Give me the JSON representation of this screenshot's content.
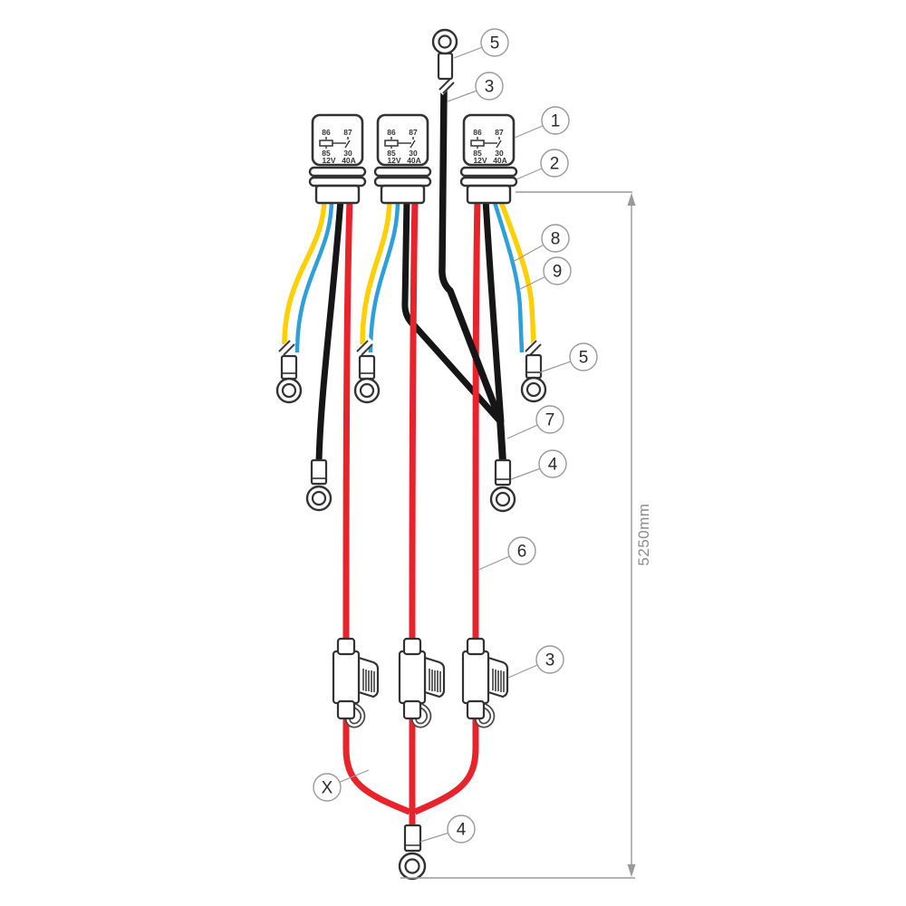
{
  "diagram": {
    "type": "relay-wiring-harness-diagram",
    "relay": {
      "pin_top_left": "86",
      "pin_top_right": "87",
      "pin_bottom_left": "85",
      "pin_bottom_right": "30",
      "rating_voltage": "12V",
      "rating_current": "40A"
    },
    "dimension": {
      "label": "5250mm"
    },
    "callouts": [
      {
        "id": "callout-5-top-ring-terminal",
        "label": "5"
      },
      {
        "id": "callout-3-top-black-wire",
        "label": "3"
      },
      {
        "id": "callout-1-relay",
        "label": "1"
      },
      {
        "id": "callout-2-relay-socket",
        "label": "2"
      },
      {
        "id": "callout-8-yellow-wire",
        "label": "8"
      },
      {
        "id": "callout-9-blue-wire",
        "label": "9"
      },
      {
        "id": "callout-5-mid-ring-terminal",
        "label": "5"
      },
      {
        "id": "callout-7-black-junction",
        "label": "7"
      },
      {
        "id": "callout-4-black-ring-terminal",
        "label": "4"
      },
      {
        "id": "callout-6-red-wire",
        "label": "6"
      },
      {
        "id": "callout-3-fuse-holder",
        "label": "3"
      },
      {
        "id": "callout-x-red-junction",
        "label": "X"
      },
      {
        "id": "callout-4-bottom-ring-terminal",
        "label": "4"
      }
    ],
    "colors": {
      "red": "#e8232b",
      "yellow": "#ffd000",
      "blue": "#2d9fdb",
      "black": "#161616"
    }
  }
}
